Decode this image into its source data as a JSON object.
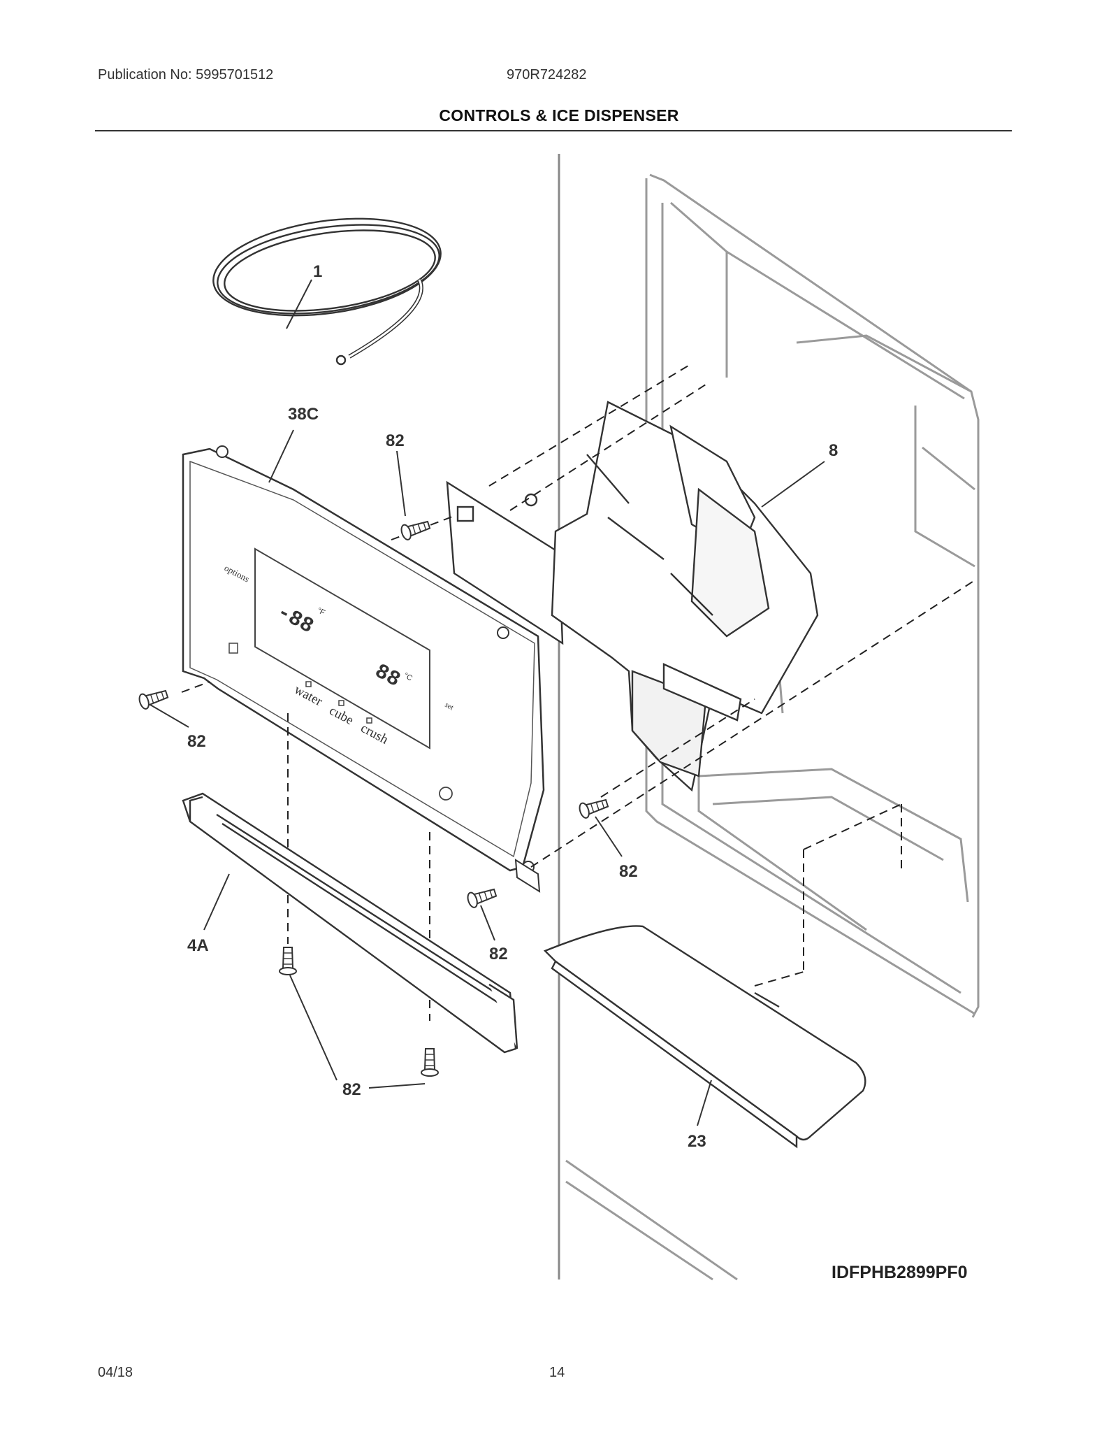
{
  "header": {
    "publication": "Publication No: 5995701512",
    "model": "970R724282",
    "title": "CONTROLS & ICE DISPENSER"
  },
  "callouts": {
    "tubing": "1",
    "control_panel": "38C",
    "screw_top": "82",
    "dispenser_assembly": "8",
    "screw_left": "82",
    "screw_right_mid": "82",
    "screw_center": "82",
    "trim": "4A",
    "screws_bottom": "82",
    "drip_tray": "23"
  },
  "panel_text": {
    "options": "options",
    "water": "water",
    "cube": "cube",
    "crush": "crush",
    "freezer_digits": "-88",
    "fridge_digits": "88",
    "unit_f": "°F",
    "unit_c": "°C",
    "set": "set"
  },
  "diagram_code": "IDFPHB2899PF0",
  "footer": {
    "date": "04/18",
    "page": "14"
  }
}
